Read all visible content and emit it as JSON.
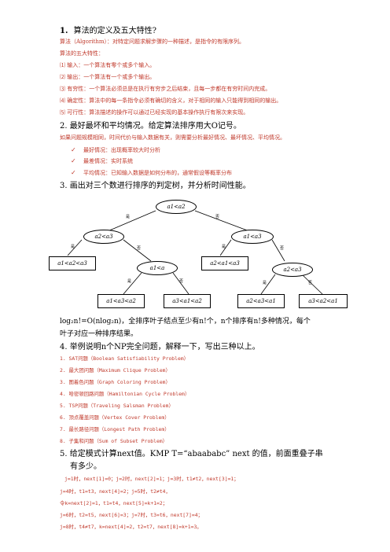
{
  "q1": {
    "num": "1.",
    "title": "算法的定义及五大特性?"
  },
  "q1_lines": [
    "算法（Algorithm）：对特定问题求解步骤的一种描述，是指令的有限序列。",
    "算法的五大特性：",
    "⑴ 输入：一个算法有零个或多个输入。",
    "⑵ 输出：一个算法有一个或多个输出。",
    "⑶ 有穷性：一个算法必须总是在执行有穷步之后结束，且每一步都在有穷时间内完成。",
    "⑷ 确定性：算法中的每一条指令必须有确切的含义，对于相同的输入只能得到相同的输出。",
    "⑸ 可行性：算法描述的操作可以通过已经实现的基本操作执行有限次来实现。"
  ],
  "q2": {
    "title": "2. 最好最坏和平均情况。给定算法排序用大O记号。"
  },
  "q2_intro": "如果问题规模相同，时间代价与输入数据有关，则需要分析最好情况、最坏情况、平均情况。",
  "q2_ticks": [
    "最好情况：出现概率较大时分析",
    "最差情况：实时系统",
    "平均情况：已知输入数据是如何分布的，通常假设等概率分布"
  ],
  "check_mark": "✓",
  "q3": {
    "title": "3. 画出对三个数进行排序的判定树，并分析时间性能。"
  },
  "tree": {
    "root": "a1<a2",
    "left": "a2<a3",
    "right": "a1<a3",
    "ll": "a1<a2<a3",
    "lr": "a1<a",
    "rl": "a2<a1<a3",
    "rr": "a2<a3",
    "lrl": "a1<a3<a2",
    "lrr": "a3<a1<a2",
    "rrl": "a2<a3<a1",
    "rrr": "a3<a2<a1",
    "yes": "是",
    "no": "否"
  },
  "q3_analysis_1": "log₂n!=O(nlog₂n)，全排序叶子结点至少有n!个，n个排序有n!多种情况，每个",
  "q3_analysis_2": "叶子对应一种排序结果。",
  "q4": {
    "title": "4. 举例说明n个NP完全问题，解释一下，写出三种以上。"
  },
  "q4_items": [
    "1. SAT问题（Boolean Satisfiability Problem）",
    "2. 最大团问题（Maximum Clique Problem）",
    "3. 图着色问题（Graph Coloring Problem）",
    "4.  哈密顿回路问题（Hamiltonian Cycle Problem）",
    "5. TSP问题（Traveling Salsman Problem）",
    "6. 顶点覆盖问题（Vertex Cover Problem）",
    "7. 最长路径问题（Longest Path Problem）",
    "8. 子集和问题（Sum of Subset Problem）"
  ],
  "q5": {
    "title_1": "5. 给定模式计算next值。KMP    T=“abaababc” next 的值，前面重叠子串",
    "title_2": "有多少。"
  },
  "q5_lines": [
    "j=1时，next[1]=0；j=2时，next[2]=1；j=3时，t1≠t2，next[3]=1；",
    "j=4时，t1=t3，next[4]=2；j=5时，t2≠t4，",
    "令k=next[2]=1，t1=t4，next[5]=k+1=2；",
    "j=6时，t2=t5，next[6]=3；j=7时，t3=t6，next[7]=4；",
    "j=8时，t4≠t7，k=next[4]=2，t2=t7，next[8]=k+1=3。"
  ]
}
